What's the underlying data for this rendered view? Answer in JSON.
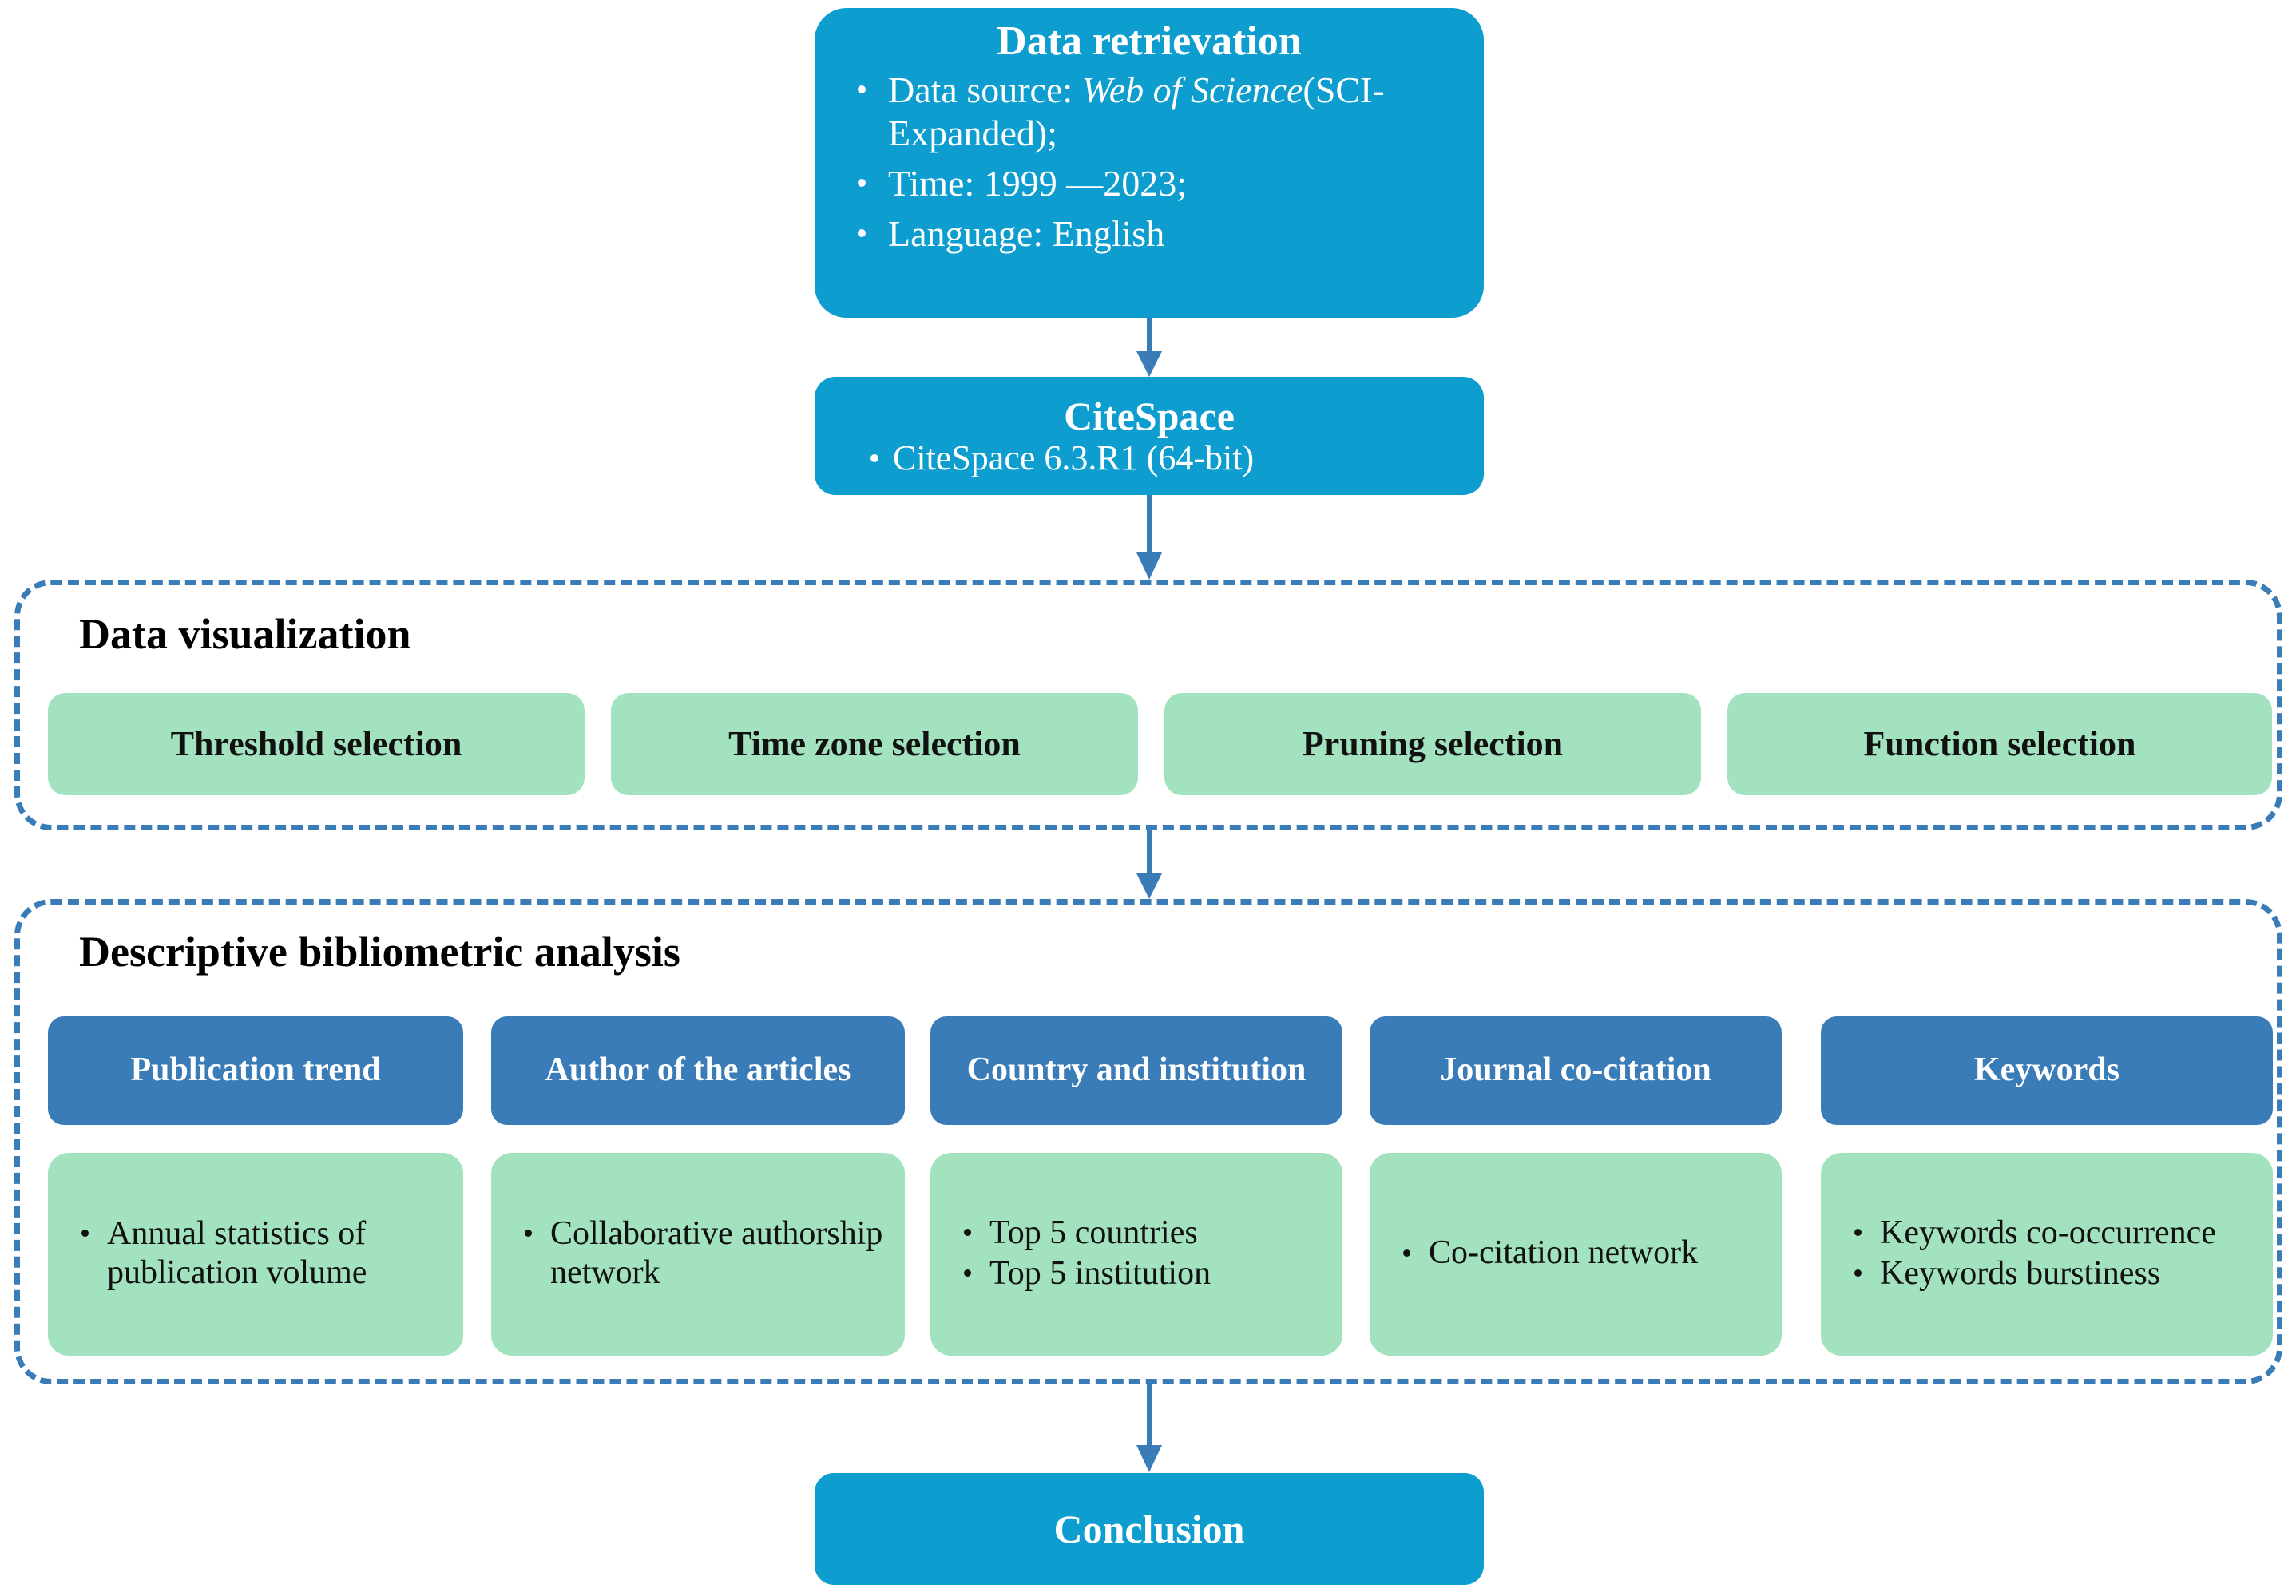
{
  "flow": {
    "data_retrieval": {
      "title": "Data retrievation",
      "bullets": [
        {
          "prefix": "Data source: ",
          "italic": "Web of Science",
          "suffix": "(SCI-Expanded);"
        },
        {
          "prefix": "Time: 1999 —2023;",
          "italic": "",
          "suffix": ""
        },
        {
          "prefix": "Language: English",
          "italic": "",
          "suffix": ""
        }
      ]
    },
    "citespace": {
      "title": "CiteSpace",
      "bullets": [
        "CiteSpace 6.3.R1 (64-bit)"
      ]
    },
    "visualization": {
      "label": "Data visualization",
      "items": [
        "Threshold selection",
        "Time zone selection",
        "Pruning selection",
        "Function selection"
      ]
    },
    "analysis": {
      "label": "Descriptive bibliometric analysis",
      "columns": [
        {
          "header": "Publication trend",
          "bullets": [
            "Annual statistics of publication volume"
          ]
        },
        {
          "header": "Author of the articles",
          "bullets": [
            "Collaborative authorship network"
          ]
        },
        {
          "header": "Country and institution",
          "bullets": [
            "Top 5 countries",
            "Top 5 institution"
          ]
        },
        {
          "header": "Journal co-citation",
          "bullets": [
            "Co-citation network"
          ]
        },
        {
          "header": "Keywords",
          "bullets": [
            "Keywords co-occurrence",
            "Keywords burstiness"
          ]
        }
      ]
    },
    "conclusion": {
      "title": "Conclusion"
    }
  },
  "colors": {
    "cyan": "#0D9DCE",
    "steel": "#3A7CB8",
    "green": "#A2E2BF",
    "arrow": "#3A7CB8",
    "dashed_border": "#3A7CB8",
    "text_light": "#FFFFFF",
    "text_dark": "#111111",
    "background": "#FFFFFF"
  }
}
